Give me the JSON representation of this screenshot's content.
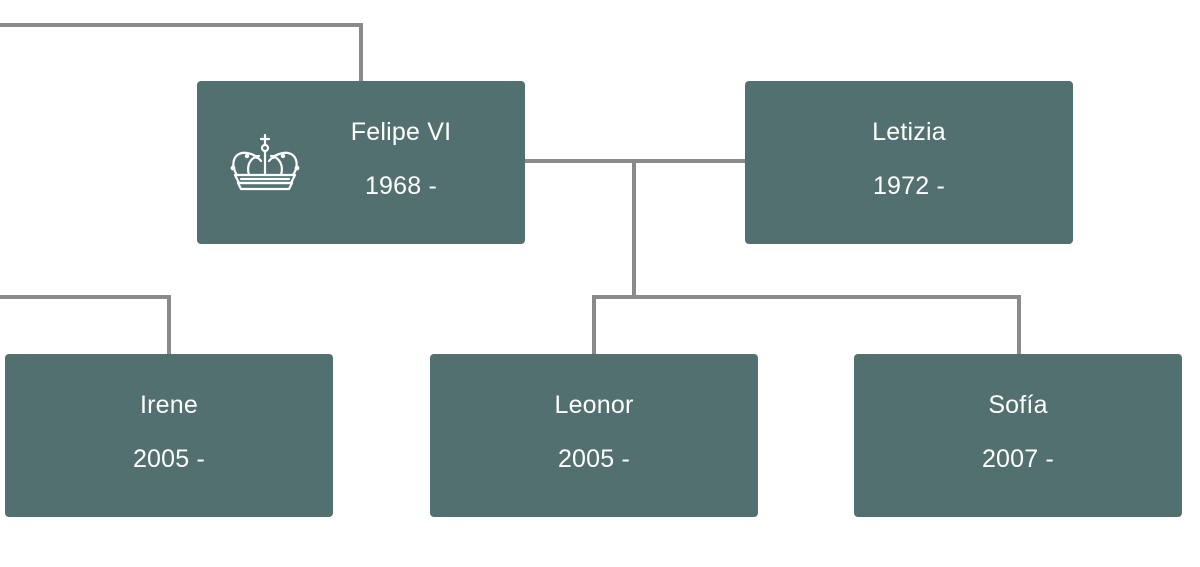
{
  "theme": {
    "node_color": "#52706f",
    "line_color": "#8a8a8a"
  },
  "nodes": {
    "felipe": {
      "name": "Felipe VI",
      "years": "1968 -",
      "icon": "crown-icon"
    },
    "letizia": {
      "name": "Letizia",
      "years": "1972 -"
    },
    "irene": {
      "name": "Irene",
      "years": "2005 -"
    },
    "leonor": {
      "name": "Leonor",
      "years": "2005 -"
    },
    "sofia": {
      "name": "Sofía",
      "years": "2007 -"
    }
  }
}
